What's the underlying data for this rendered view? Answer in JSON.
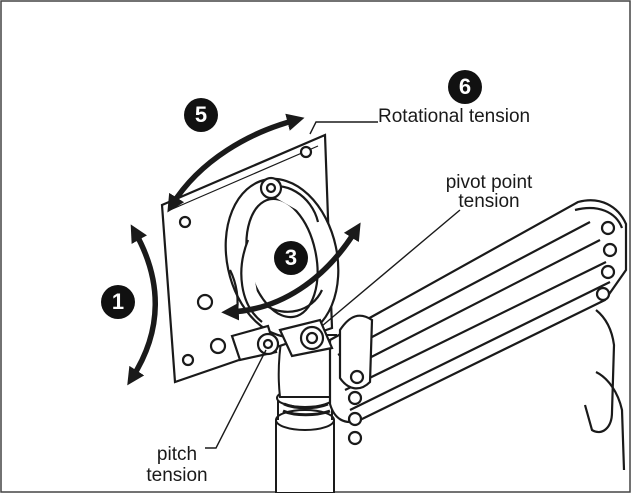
{
  "badges": [
    "1",
    "3",
    "5",
    "6"
  ],
  "labels": {
    "rotational": "Rotational tension",
    "pivot_line1": "pivot point",
    "pivot_line2": "tension",
    "pitch_line1": "pitch",
    "pitch_line2": "tension"
  },
  "colors": {
    "line": "#1a1a1a",
    "badge": "#111111",
    "background": "#ffffff"
  }
}
